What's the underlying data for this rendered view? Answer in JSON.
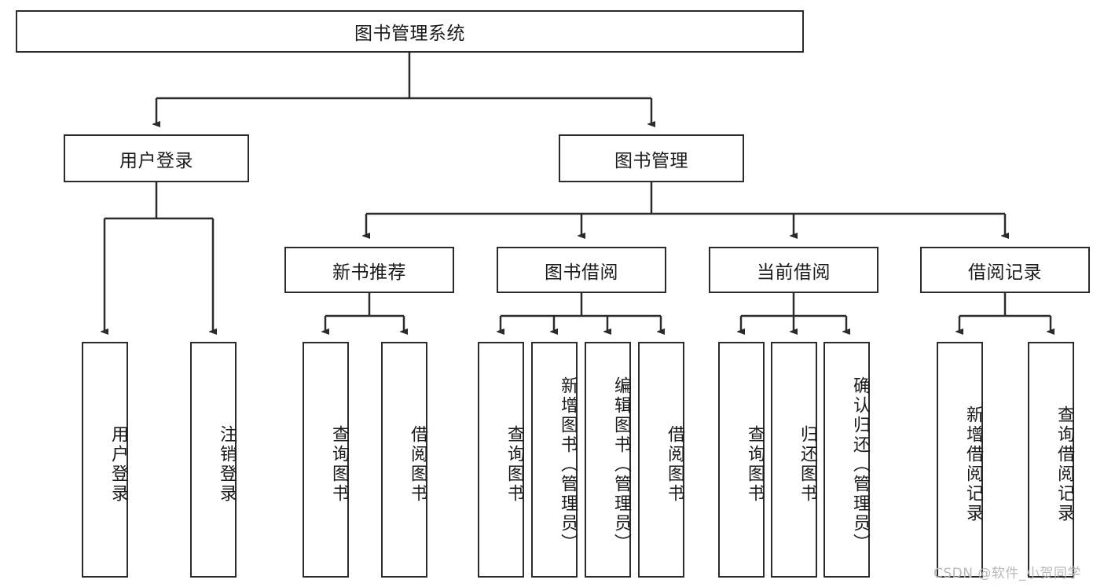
{
  "diagram": {
    "title": "图书管理系统",
    "root": {
      "label": "图书管理系统"
    },
    "level1": [
      {
        "label": "用户登录"
      },
      {
        "label": "图书管理"
      }
    ],
    "level2": [
      {
        "label": "新书推荐"
      },
      {
        "label": "图书借阅"
      },
      {
        "label": "当前借阅"
      },
      {
        "label": "借阅记录"
      }
    ],
    "leaves": {
      "user_login": [
        {
          "label": "用户登录"
        },
        {
          "label": "注销登录"
        }
      ],
      "new_book_recommend": [
        {
          "label": "查询图书"
        },
        {
          "label": "借阅图书"
        }
      ],
      "book_borrow": [
        {
          "label": "查询图书"
        },
        {
          "label": "新增图书（管理员）"
        },
        {
          "label": "编辑图书（管理员）"
        },
        {
          "label": "借阅图书"
        }
      ],
      "current_borrow": [
        {
          "label": "查询图书"
        },
        {
          "label": "归还图书"
        },
        {
          "label": "确认归还（管理员）"
        }
      ],
      "borrow_record": [
        {
          "label": "新增借阅记录"
        },
        {
          "label": "查询借阅记录"
        }
      ]
    },
    "colors": {
      "stroke": "#2b2b2b",
      "fill": "#ffffff",
      "text": "#1a1a1a",
      "watermark": "#b9b9b9"
    }
  },
  "watermark": {
    "text": "CSDN @软件_小贺同学"
  }
}
